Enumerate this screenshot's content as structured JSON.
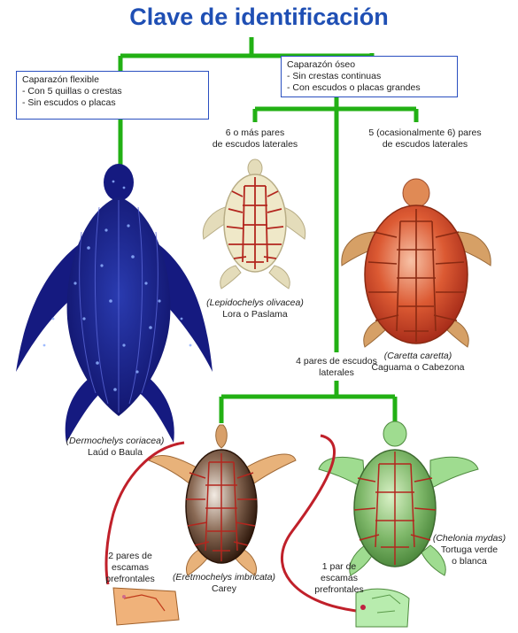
{
  "title": "Clave de identificación",
  "box_flexible": {
    "heading": "Caparazón flexible",
    "lines": [
      "- Con 5 quillas o crestas",
      "- Sin escudos o placas"
    ]
  },
  "box_oseo": {
    "heading": "Caparazón óseo",
    "lines": [
      "- Sin crestas continuas",
      "- Con escudos o placas grandes"
    ]
  },
  "branch_6": [
    "6 o más pares",
    "de escudos laterales"
  ],
  "branch_5": [
    "5 (ocasionalmente 6) pares",
    "de escudos laterales"
  ],
  "branch_4": [
    "4 pares de escudos",
    "laterales"
  ],
  "species": {
    "lepidochelys": {
      "sci": "(Lepidochelys olivacea)",
      "common": "Lora o Paslama"
    },
    "caretta": {
      "sci": "(Caretta caretta)",
      "common": "Caguama o Cabezona"
    },
    "dermochelys": {
      "sci": "(Dermochelys coriacea)",
      "common": "Laúd o Baula"
    },
    "eretmochelys": {
      "sci": "(Eretmochelys imbricata)",
      "common": "Carey"
    },
    "chelonia": {
      "sci": "(Chelonia mydas)",
      "common_lines": [
        "Tortuga verde",
        "o blanca"
      ]
    }
  },
  "scales_2": [
    "2 pares de",
    "escamas",
    "prefrontales"
  ],
  "scales_1": [
    "1 par de",
    "escamas",
    "prefrontales"
  ],
  "colors": {
    "title": "#1f4fb4",
    "connector": "#22b014",
    "box_border": "#2a4fc0",
    "leatherback": "#1a1f8c",
    "olive_ridley": "#e9e2c0",
    "scute_line": "#b3261e",
    "loggerhead": "#d8502a",
    "hawksbill": "#4a2a18",
    "green_turtle": "#8fd08a"
  }
}
